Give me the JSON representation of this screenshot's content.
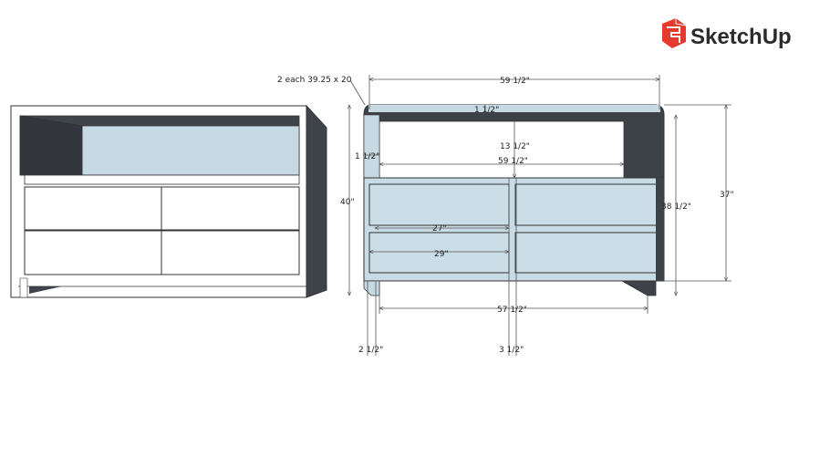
{
  "logo": {
    "text": "SketchUp",
    "icon": "sketchup-logo-icon",
    "icon_color": "#e63a2e"
  },
  "colors": {
    "panel_dark": "#3d4148",
    "panel_light": "#c7d9e2",
    "front": "#cbdde6",
    "outline": "#333333",
    "dimension_line": "#555555"
  },
  "annotation": {
    "sheet_note": "2 each 39.25 x 20"
  },
  "dimensions": {
    "overall_width": "59 1/2\"",
    "top_thickness": "1 1/2\"",
    "side_thickness": "1 1/2\"",
    "opening_height": "13 1/2\"",
    "inner_width": "59 1/2\"",
    "overall_height": "40\"",
    "front_height": "38 1/2\"",
    "case_height": "37\"",
    "drawer_width": "27\"",
    "drawer_front_width": "29\"",
    "base_width": "57 1/2\"",
    "left_offset": "2 1/2\"",
    "center_gap": "3 1/2\""
  }
}
